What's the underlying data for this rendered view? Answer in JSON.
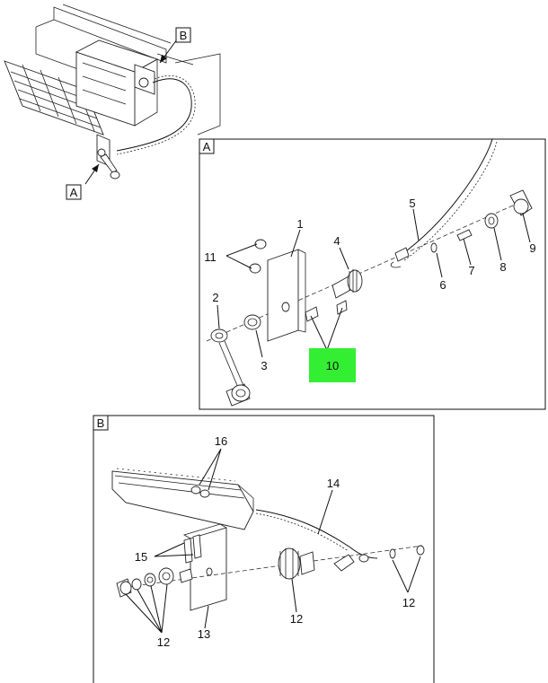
{
  "overview": {
    "callouts": [
      "A",
      "B"
    ]
  },
  "detail_a": {
    "title": "A",
    "labels": {
      "n1": "1",
      "n2": "2",
      "n3": "3",
      "n4": "4",
      "n5": "5",
      "n6": "6",
      "n7": "7",
      "n8": "8",
      "n9": "9",
      "n10": "10",
      "n11": "11"
    },
    "highlight_color": "#33ee33"
  },
  "detail_b": {
    "title": "B",
    "labels": {
      "n12a": "12",
      "n12b": "12",
      "n12c": "12",
      "n13": "13",
      "n14": "14",
      "n15": "15",
      "n16": "16"
    }
  }
}
